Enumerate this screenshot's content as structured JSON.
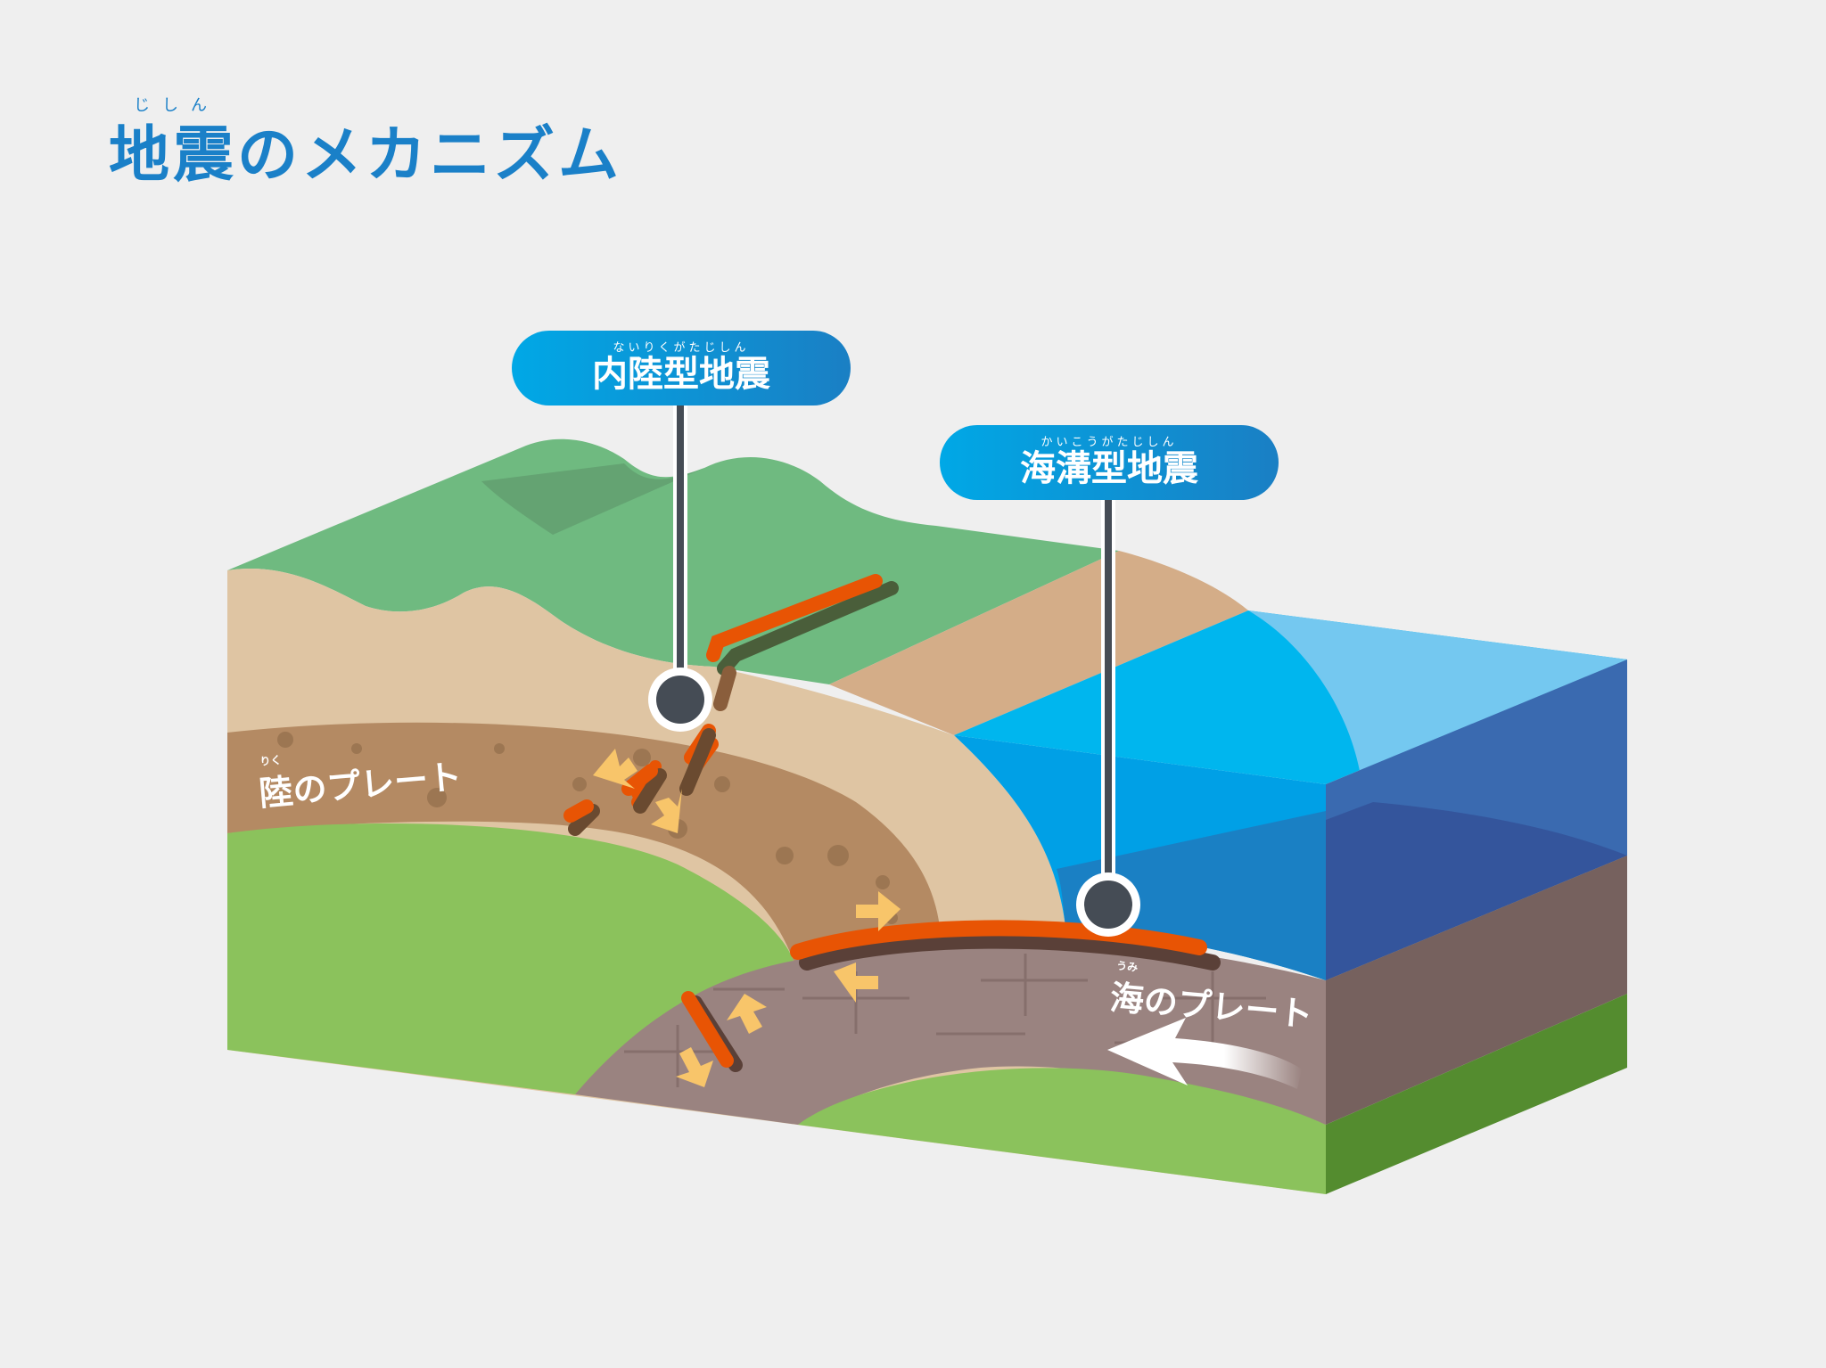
{
  "title": {
    "text": "地震のメカニズム",
    "ruby": "じしん"
  },
  "labels": {
    "inland": {
      "text": "内陸型地震",
      "ruby": "ないりくがたじしん"
    },
    "trench": {
      "text": "海溝型地震",
      "ruby": "かいこうがたじしん"
    },
    "land_plate": {
      "text": "陸のプレート",
      "ruby": "りく"
    },
    "ocean_plate": {
      "text": "海のプレート",
      "ruby": "うみ"
    }
  },
  "colors": {
    "title": "#1a80c8",
    "fault": "#e85404",
    "arrow": "#f8c56a",
    "pin": "#454c55",
    "sea": "#00a8e6",
    "mantle": "#8bc25c"
  }
}
